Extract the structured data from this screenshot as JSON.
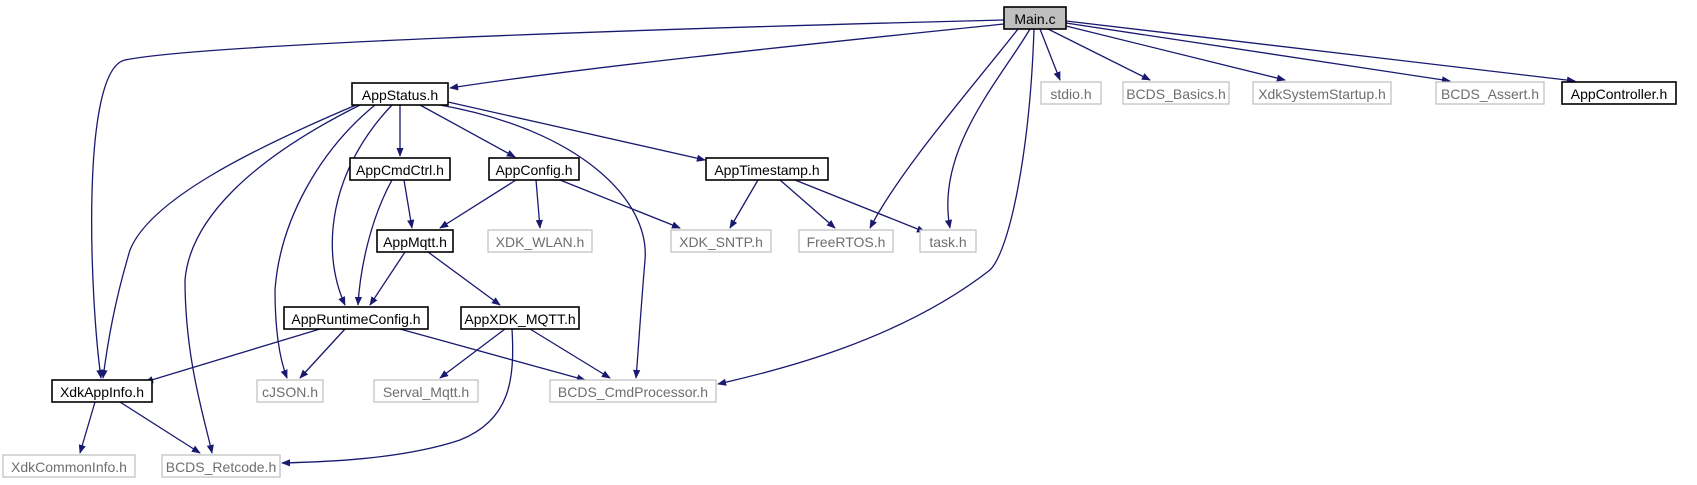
{
  "colors": {
    "edge": "#191970",
    "root_fill": "#bfbfbf",
    "local_border": "#000000",
    "external_border": "#bfbfbf",
    "external_text": "#6e6e6e"
  },
  "nodes": [
    {
      "id": "main_c",
      "label": "Main.c",
      "kind": "root"
    },
    {
      "id": "appstatus_h",
      "label": "AppStatus.h",
      "kind": "local"
    },
    {
      "id": "stdio_h",
      "label": "stdio.h",
      "kind": "external"
    },
    {
      "id": "bcds_basics_h",
      "label": "BCDS_Basics.h",
      "kind": "external"
    },
    {
      "id": "xdksystemstartup_h",
      "label": "XdkSystemStartup.h",
      "kind": "external"
    },
    {
      "id": "bcds_assert_h",
      "label": "BCDS_Assert.h",
      "kind": "external"
    },
    {
      "id": "appcontroller_h",
      "label": "AppController.h",
      "kind": "local"
    },
    {
      "id": "appcmdctrl_h",
      "label": "AppCmdCtrl.h",
      "kind": "local"
    },
    {
      "id": "appconfig_h",
      "label": "AppConfig.h",
      "kind": "local"
    },
    {
      "id": "apptimestamp_h",
      "label": "AppTimestamp.h",
      "kind": "local"
    },
    {
      "id": "appmqtt_h",
      "label": "AppMqtt.h",
      "kind": "local"
    },
    {
      "id": "xdk_wlan_h",
      "label": "XDK_WLAN.h",
      "kind": "external"
    },
    {
      "id": "xdk_sntp_h",
      "label": "XDK_SNTP.h",
      "kind": "external"
    },
    {
      "id": "freertos_h",
      "label": "FreeRTOS.h",
      "kind": "external"
    },
    {
      "id": "task_h",
      "label": "task.h",
      "kind": "external"
    },
    {
      "id": "appruntimeconfig_h",
      "label": "AppRuntimeConfig.h",
      "kind": "local"
    },
    {
      "id": "appxdk_mqtt_h",
      "label": "AppXDK_MQTT.h",
      "kind": "local"
    },
    {
      "id": "xdkappinfo_h",
      "label": "XdkAppInfo.h",
      "kind": "local"
    },
    {
      "id": "cjson_h",
      "label": "cJSON.h",
      "kind": "external"
    },
    {
      "id": "serval_mqtt_h",
      "label": "Serval_Mqtt.h",
      "kind": "external"
    },
    {
      "id": "bcds_cmdprocessor_h",
      "label": "BCDS_CmdProcessor.h",
      "kind": "external"
    },
    {
      "id": "xdkcommoninfo_h",
      "label": "XdkCommonInfo.h",
      "kind": "external"
    },
    {
      "id": "bcds_retcode_h",
      "label": "BCDS_Retcode.h",
      "kind": "external"
    }
  ],
  "edges": [
    {
      "from": "main_c",
      "to": "appstatus_h"
    },
    {
      "from": "main_c",
      "to": "stdio_h"
    },
    {
      "from": "main_c",
      "to": "bcds_basics_h"
    },
    {
      "from": "main_c",
      "to": "xdksystemstartup_h"
    },
    {
      "from": "main_c",
      "to": "bcds_assert_h"
    },
    {
      "from": "main_c",
      "to": "appcontroller_h"
    },
    {
      "from": "main_c",
      "to": "xdkappinfo_h"
    },
    {
      "from": "main_c",
      "to": "freertos_h"
    },
    {
      "from": "main_c",
      "to": "task_h"
    },
    {
      "from": "main_c",
      "to": "bcds_cmdprocessor_h"
    },
    {
      "from": "appstatus_h",
      "to": "appcmdctrl_h"
    },
    {
      "from": "appstatus_h",
      "to": "appconfig_h"
    },
    {
      "from": "appstatus_h",
      "to": "apptimestamp_h"
    },
    {
      "from": "appstatus_h",
      "to": "xdkappinfo_h"
    },
    {
      "from": "appstatus_h",
      "to": "bcds_retcode_h"
    },
    {
      "from": "appstatus_h",
      "to": "cjson_h"
    },
    {
      "from": "appstatus_h",
      "to": "appruntimeconfig_h"
    },
    {
      "from": "appstatus_h",
      "to": "bcds_cmdprocessor_h"
    },
    {
      "from": "appcmdctrl_h",
      "to": "appmqtt_h"
    },
    {
      "from": "appcmdctrl_h",
      "to": "appruntimeconfig_h"
    },
    {
      "from": "appconfig_h",
      "to": "appmqtt_h"
    },
    {
      "from": "appconfig_h",
      "to": "xdk_wlan_h"
    },
    {
      "from": "appconfig_h",
      "to": "xdk_sntp_h"
    },
    {
      "from": "apptimestamp_h",
      "to": "xdk_sntp_h"
    },
    {
      "from": "apptimestamp_h",
      "to": "freertos_h"
    },
    {
      "from": "apptimestamp_h",
      "to": "task_h"
    },
    {
      "from": "appmqtt_h",
      "to": "appruntimeconfig_h"
    },
    {
      "from": "appmqtt_h",
      "to": "appxdk_mqtt_h"
    },
    {
      "from": "appruntimeconfig_h",
      "to": "xdkappinfo_h"
    },
    {
      "from": "appruntimeconfig_h",
      "to": "cjson_h"
    },
    {
      "from": "appruntimeconfig_h",
      "to": "bcds_cmdprocessor_h"
    },
    {
      "from": "appxdk_mqtt_h",
      "to": "serval_mqtt_h"
    },
    {
      "from": "appxdk_mqtt_h",
      "to": "bcds_cmdprocessor_h"
    },
    {
      "from": "appxdk_mqtt_h",
      "to": "bcds_retcode_h"
    },
    {
      "from": "xdkappinfo_h",
      "to": "xdkcommoninfo_h"
    },
    {
      "from": "xdkappinfo_h",
      "to": "bcds_retcode_h"
    }
  ]
}
